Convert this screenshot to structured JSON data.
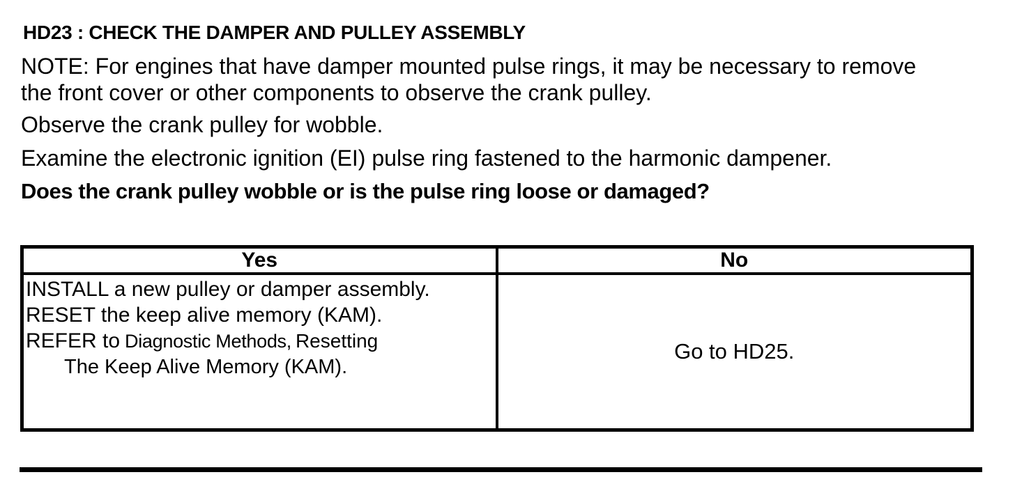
{
  "document": {
    "heading": "HD23 : CHECK THE DAMPER AND PULLEY ASSEMBLY",
    "note": {
      "line1": "NOTE: For engines that have damper mounted pulse rings, it may be necessary to remove",
      "line2": "the front cover or other components to observe the crank pulley."
    },
    "instructions": [
      "Observe the crank pulley for wobble.",
      "Examine the electronic ignition (EI) pulse ring fastened to the harmonic dampener."
    ],
    "question": "Does the crank pulley wobble or is the pulse ring loose or damaged?",
    "decision_table": {
      "yes_header": "Yes",
      "no_header": "No",
      "yes_actions": {
        "line1": "INSTALL a new pulley or damper assembly.",
        "line2": "RESET the keep alive memory (KAM).",
        "line3_action": "REFER to",
        "line3_reference_part1": "Diagnostic Methods,",
        "line3_reference_part2": "Resetting",
        "line4_reference": "The Keep Alive Memory (KAM)."
      },
      "no_action": "Go to HD25."
    },
    "colors": {
      "text": "#000000",
      "background": "#ffffff",
      "border": "#000000"
    }
  }
}
